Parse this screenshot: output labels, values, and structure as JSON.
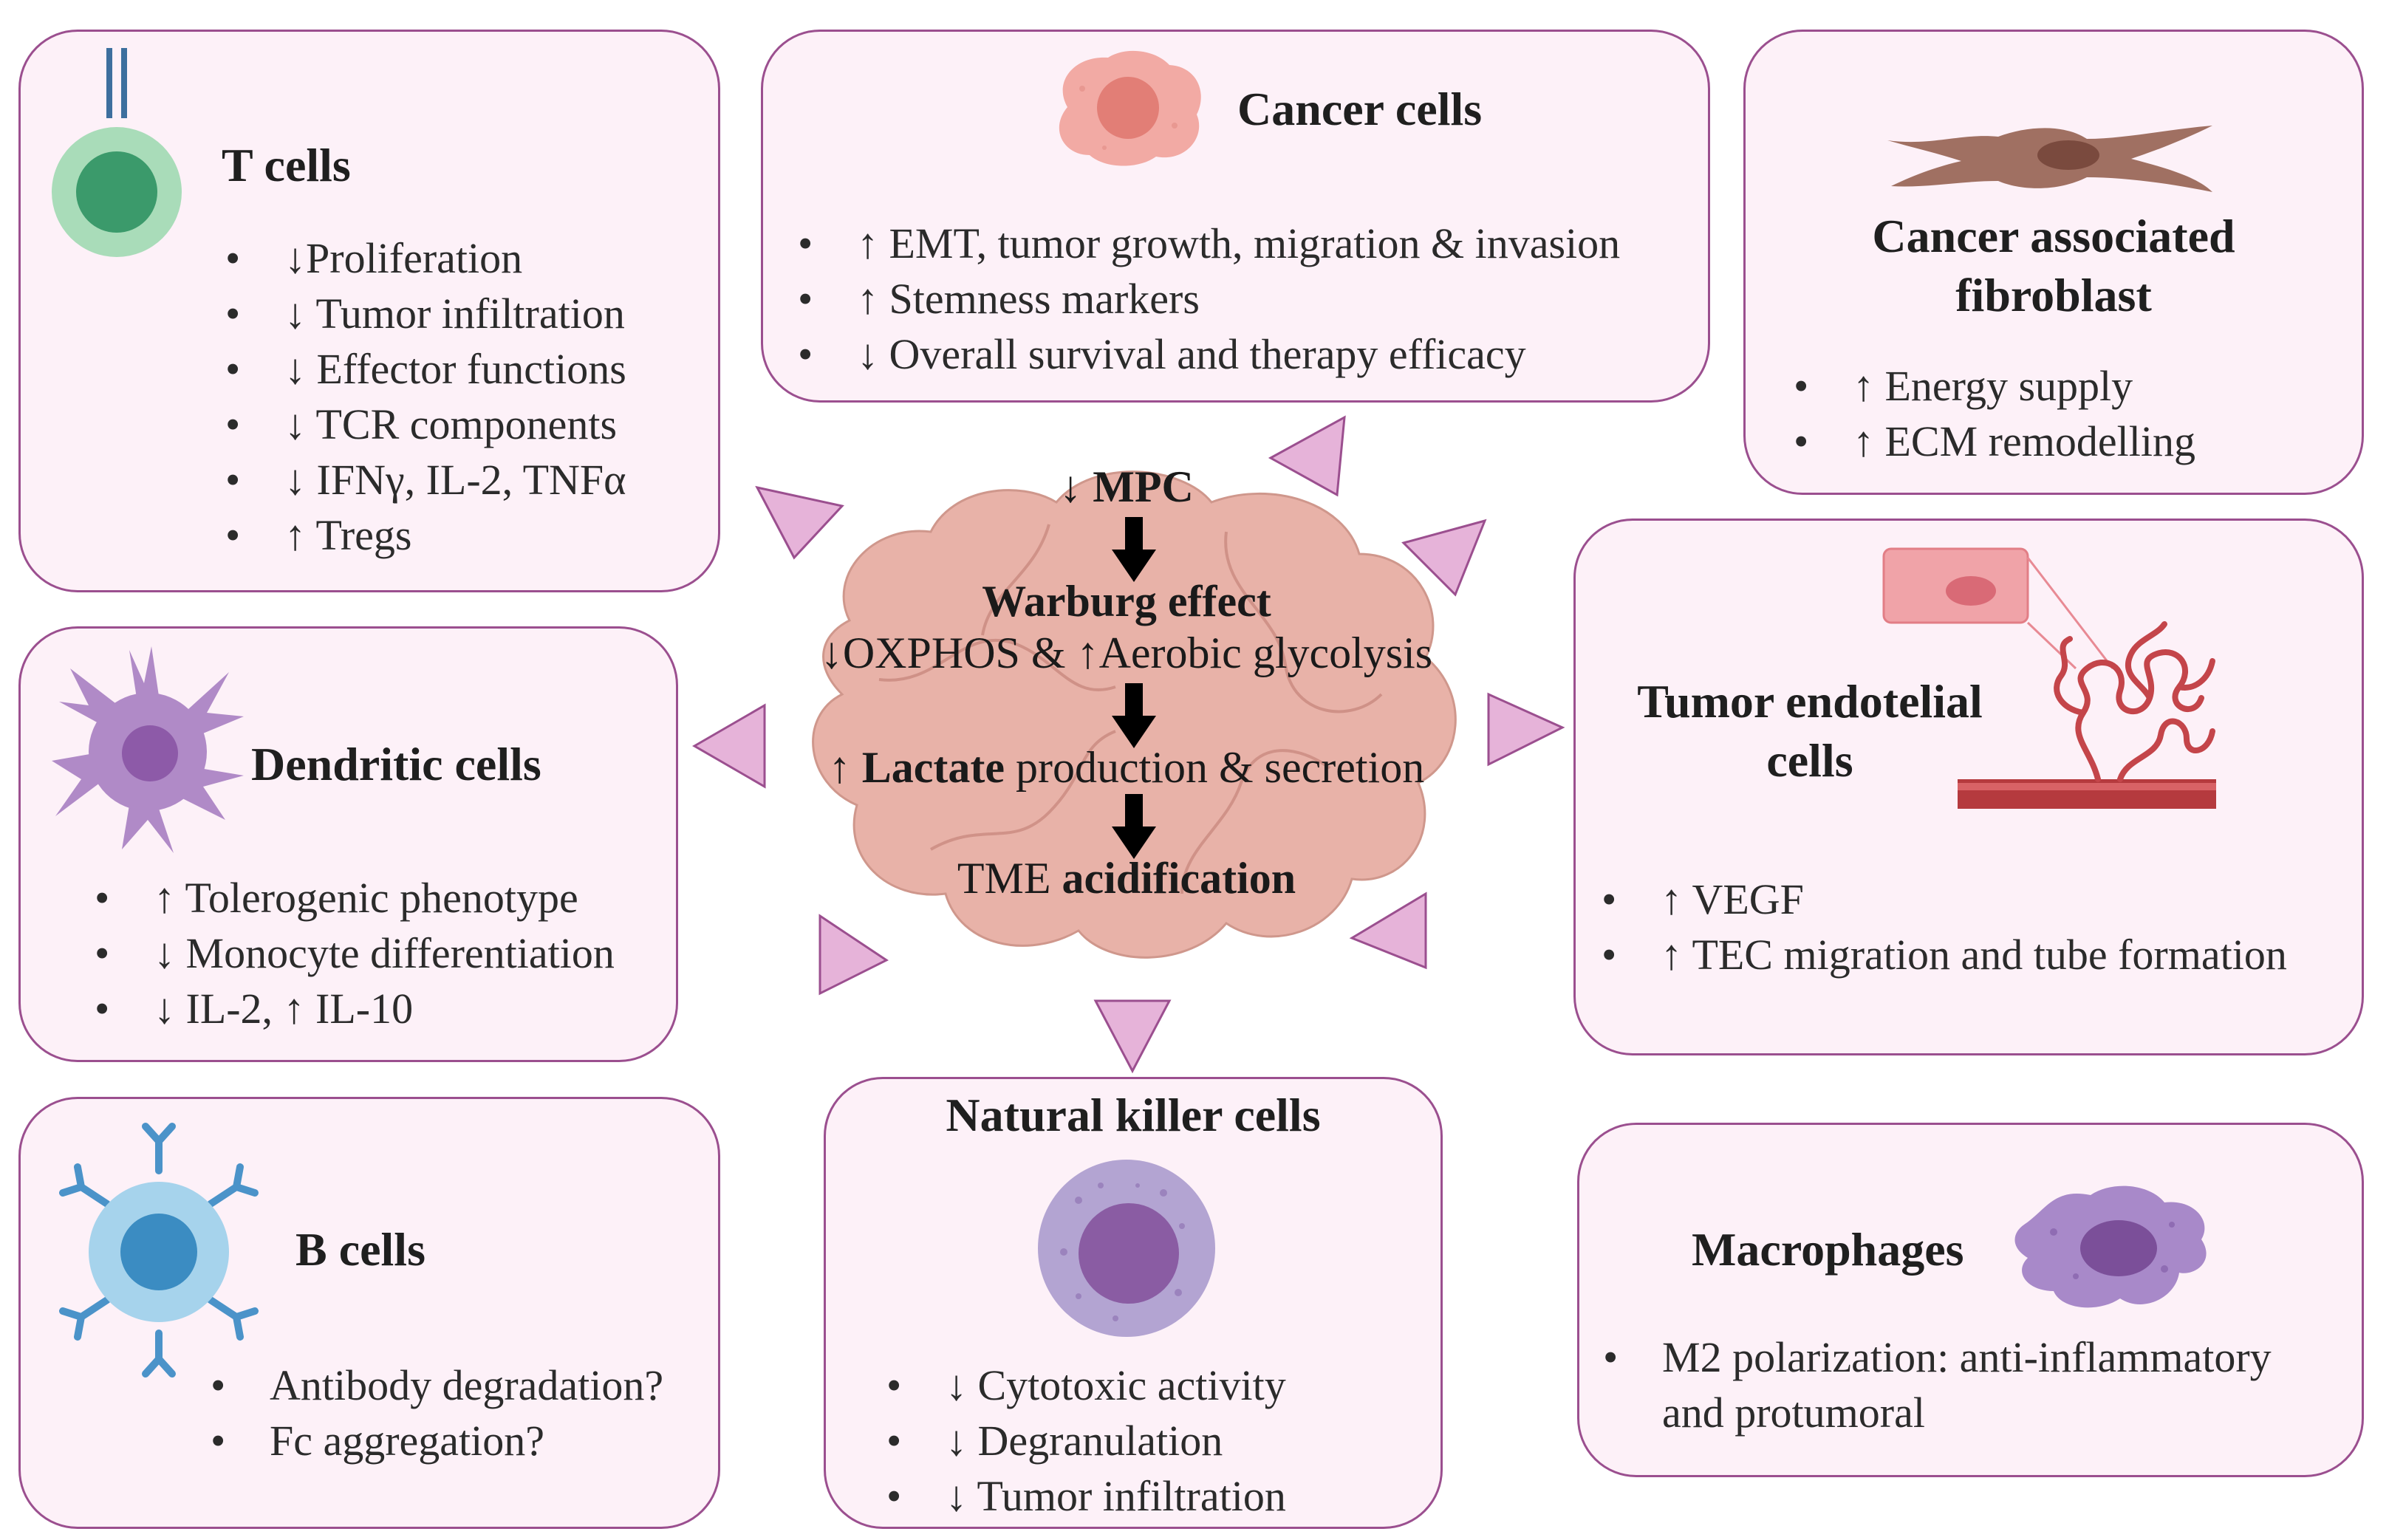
{
  "center": {
    "mpc": [
      "↓ ",
      "MPC"
    ],
    "warburg": "Warburg effect",
    "oxphos": "↓OXPHOS & ↑Aerobic glycolysis",
    "lactate": [
      "↑ ",
      "Lactate",
      " production & secretion"
    ],
    "tme": [
      "TME ",
      "acidification"
    ]
  },
  "t_cells": {
    "title": "T cells",
    "items": [
      "↓Proliferation",
      "↓ Tumor infiltration",
      "↓ Effector functions",
      "↓ TCR components",
      "↓ IFNγ, IL-2, TNFα",
      "↑ Tregs"
    ]
  },
  "cancer_cells": {
    "title": "Cancer cells",
    "items": [
      "↑  EMT, tumor growth, migration & invasion",
      "↑  Stemness markers",
      "↓ Overall survival and therapy efficacy"
    ]
  },
  "caf": {
    "title": [
      "Cancer associated",
      "fibroblast"
    ],
    "items": [
      "↑  Energy supply",
      "↑  ECM remodelling"
    ]
  },
  "dendritic": {
    "title": "Dendritic cells",
    "items": [
      "↑ Tolerogenic phenotype",
      "↓  Monocyte differentiation",
      "↓  IL-2, ↑  IL-10"
    ]
  },
  "tec": {
    "title": [
      "Tumor endotelial",
      "cells"
    ],
    "items": [
      "↑  VEGF",
      "↑  TEC migration and tube formation"
    ]
  },
  "b_cells": {
    "title": "B cells",
    "items": [
      "Antibody degradation?",
      "Fc aggregation?"
    ]
  },
  "nk": {
    "title": "Natural killer cells",
    "items": [
      "↓  Cytotoxic activity",
      "↓  Degranulation",
      "↓  Tumor infiltration"
    ]
  },
  "macrophages": {
    "title": "Macrophages",
    "items": [
      "M2 polarization: anti-inflammatory and protumoral"
    ]
  },
  "colors": {
    "panel_bg": "#fdf1f8",
    "panel_border": "#9b4f8f",
    "triangle": "#e6b3d9",
    "tumor": "#e8b2a8"
  }
}
